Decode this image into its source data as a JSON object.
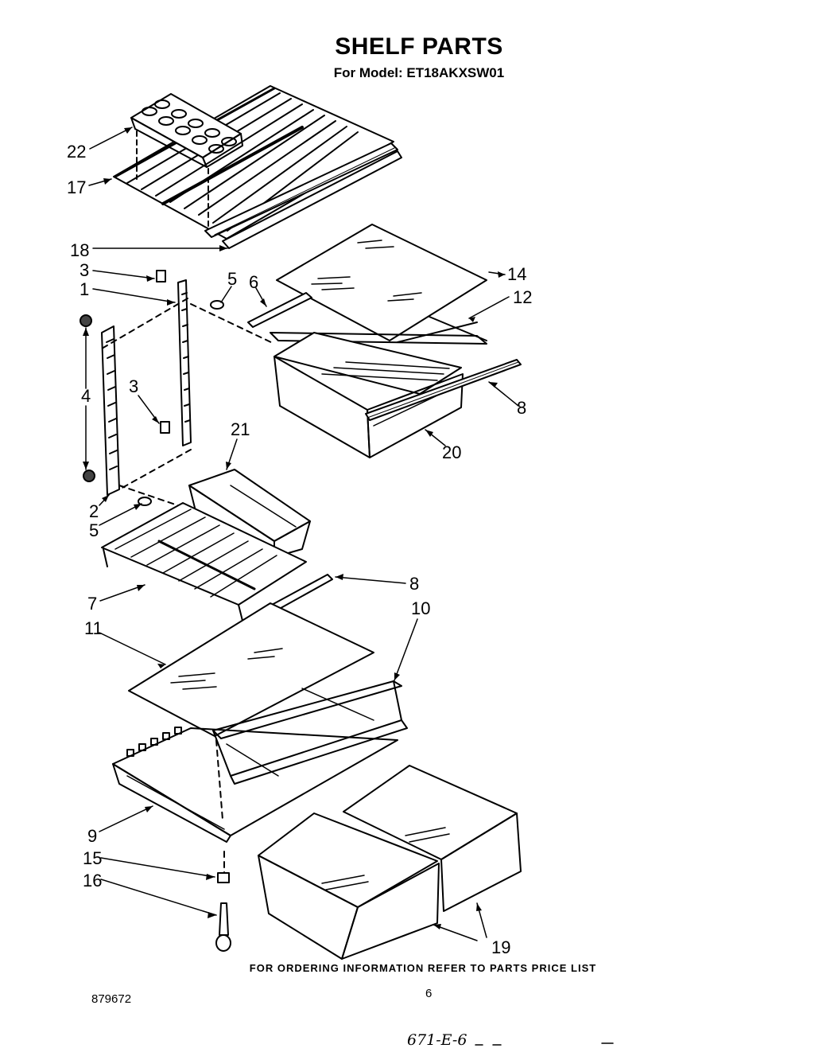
{
  "title": "SHELF PARTS",
  "subtitle": "For Model: ET18AKXSW01",
  "footer_note": "FOR ORDERING INFORMATION REFER TO PARTS PRICE LIST",
  "doc_number": "879672",
  "page_number": "6",
  "handwritten": "671-E-6",
  "callouts": [
    "22",
    "17",
    "18",
    "3",
    "1",
    "5",
    "6",
    "14",
    "12",
    "4",
    "3",
    "8",
    "21",
    "20",
    "2",
    "5",
    "7",
    "8",
    "10",
    "11",
    "9",
    "15",
    "16",
    "19"
  ]
}
